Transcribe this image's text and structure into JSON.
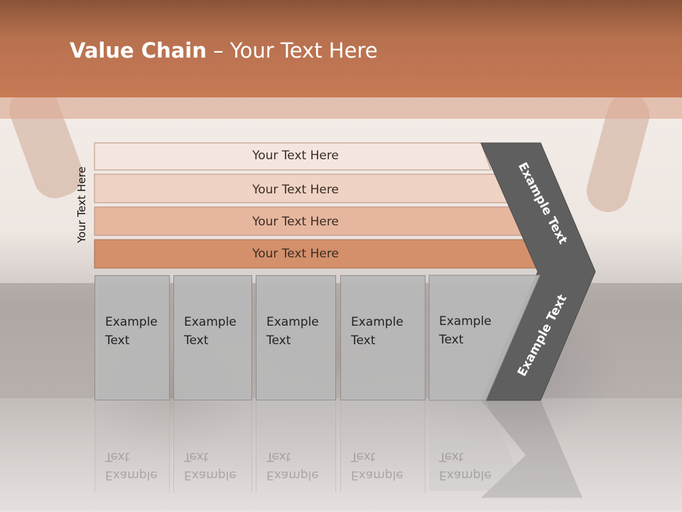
{
  "slide": {
    "title_bold": "Value Chain",
    "title_rest": " – Your Text Here",
    "side_label": "Your Text Here"
  },
  "bars": [
    {
      "label": "Your Text Here",
      "color": "#f4e6df"
    },
    {
      "label": "Your Text Here",
      "color": "#efd3c4"
    },
    {
      "label": "Your Text Here",
      "color": "#e6b79e"
    },
    {
      "label": "Your Text Here",
      "color": "#d4906b"
    }
  ],
  "columns": [
    {
      "line1": "Example",
      "line2": "Text"
    },
    {
      "line1": "Example",
      "line2": "Text"
    },
    {
      "line1": "Example",
      "line2": "Text"
    },
    {
      "line1": "Example",
      "line2": "Text"
    },
    {
      "line1": "Example",
      "line2": "Text"
    }
  ],
  "chevron": {
    "upper_label": "Example Text",
    "lower_label": "Example Text",
    "color": "#5f5f5f"
  },
  "colors": {
    "header": "#c87a56",
    "box_fill": "#b9b9b9"
  }
}
